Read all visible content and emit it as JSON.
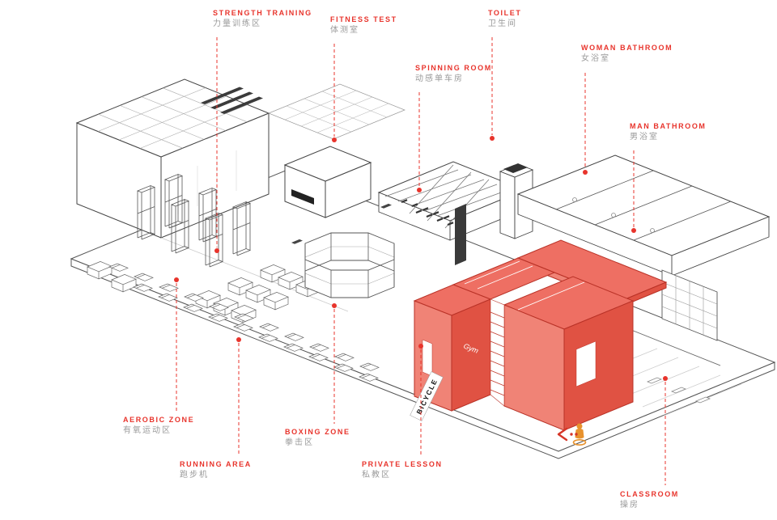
{
  "accent_color": "#e8342c",
  "secondary_text_color": "#9a9a9a",
  "highlight_zone_color": "#ee6f63",
  "labels": [
    {
      "id": "strength-training",
      "en": "STRENGTH TRAINING",
      "zh": "力量训练区"
    },
    {
      "id": "fitness-test",
      "en": "FITNESS TEST",
      "zh": "体测室"
    },
    {
      "id": "toilet",
      "en": "TOILET",
      "zh": "卫生间"
    },
    {
      "id": "spinning-room",
      "en": "SPINNING ROOM",
      "zh": "动感单车房"
    },
    {
      "id": "woman-bathroom",
      "en": "WOMAN BATHROOM",
      "zh": "女浴室"
    },
    {
      "id": "man-bathroom",
      "en": "MAN BATHROOM",
      "zh": "男浴室"
    },
    {
      "id": "aerobic-zone",
      "en": "AEROBIC ZONE",
      "zh": "有氧运动区"
    },
    {
      "id": "running-area",
      "en": "RUNNING AREA",
      "zh": "跑步机"
    },
    {
      "id": "boxing-zone",
      "en": "BOXING ZONE",
      "zh": "拳击区"
    },
    {
      "id": "private-lesson",
      "en": "PRIVATE LESSON",
      "zh": "私教区"
    },
    {
      "id": "classroom",
      "en": "CLASSROOM",
      "zh": "操房"
    }
  ],
  "drawing": {
    "bicycle_sign": "BICYCLE",
    "gym_sign": "Gym"
  }
}
